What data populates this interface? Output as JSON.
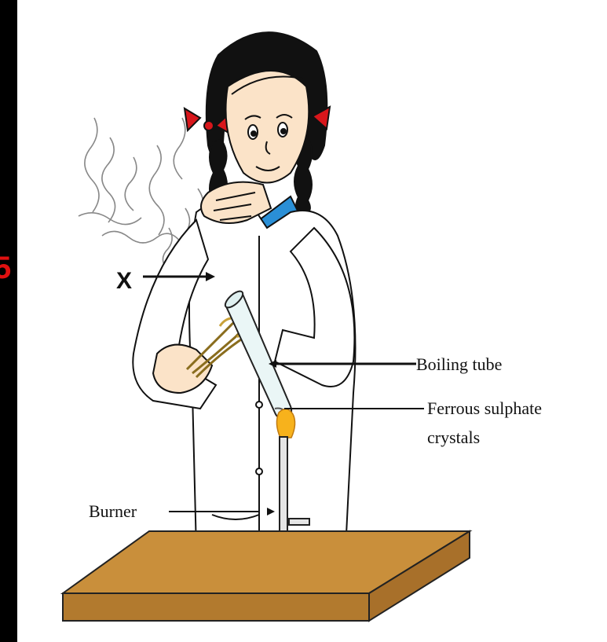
{
  "labels": {
    "x_marker": "X",
    "boiling_tube": "Boiling tube",
    "ferrous_line1": "Ferrous sulphate",
    "ferrous_line2": "crystals",
    "burner": "Burner",
    "edge_fragment": "5"
  },
  "colors": {
    "background": "#000000",
    "panel": "#ffffff",
    "ribbon": "#d8161b",
    "table_top": "#c98f3b",
    "table_side": "#a8702a",
    "flame": "#f7b21c",
    "collar": "#2a8fd6",
    "skin": "#fbe3c8",
    "holder": "#c9a23a"
  },
  "icons": [
    "table",
    "bunsen-burner",
    "boiling-tube",
    "test-tube-holder",
    "student",
    "vapour-lines"
  ]
}
